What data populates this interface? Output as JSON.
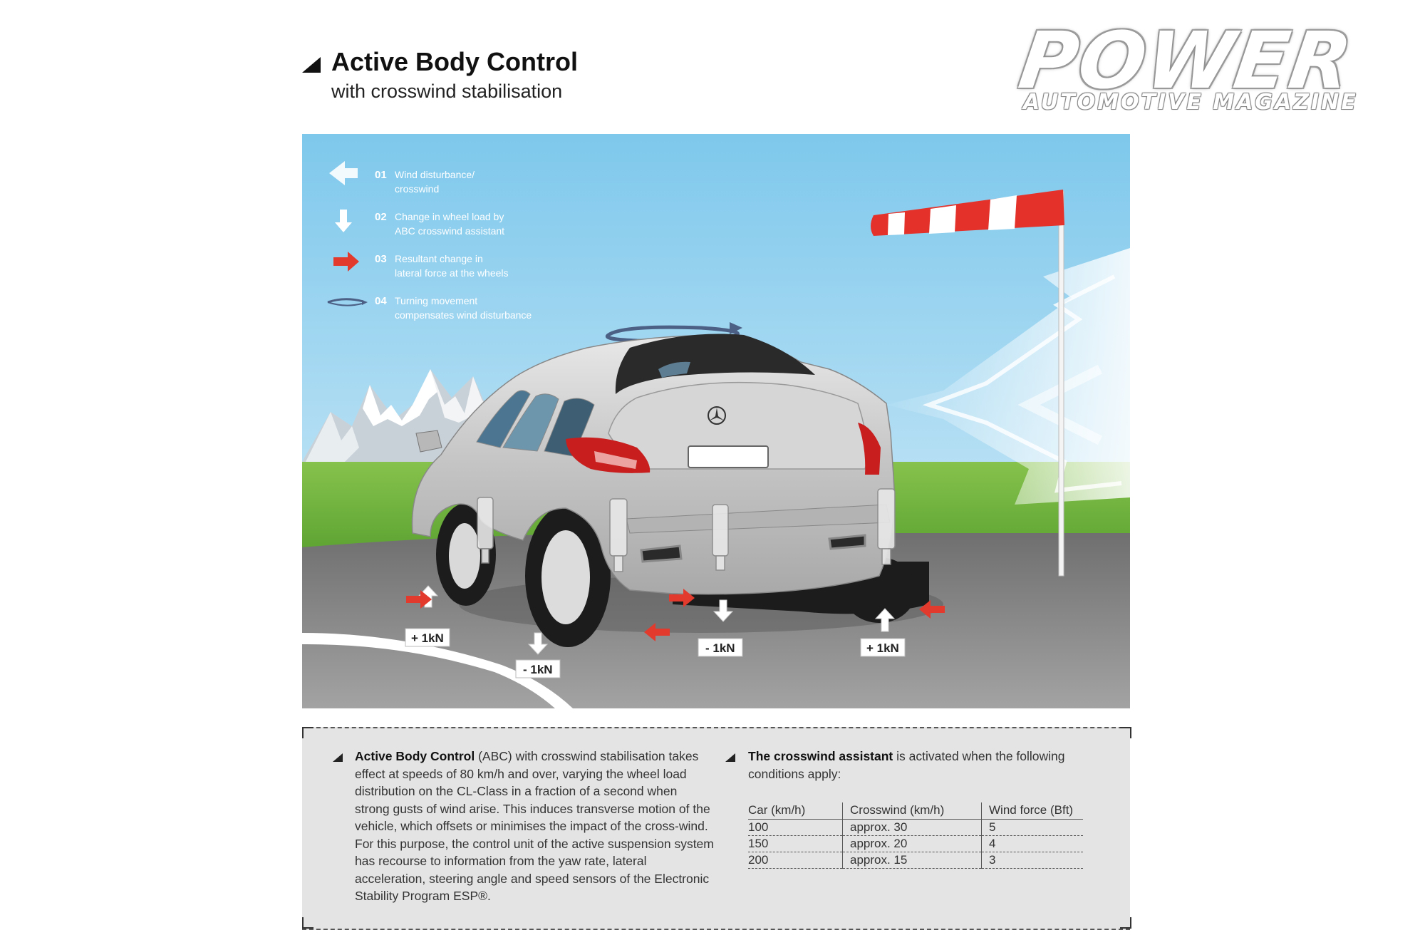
{
  "header": {
    "title": "Active Body Control",
    "subtitle": "with crosswind stabilisation"
  },
  "logo": {
    "main": "POWER",
    "sub": "AUTOMOTIVE MAGAZINE"
  },
  "legend": [
    {
      "num": "01",
      "line1": "Wind disturbance/",
      "line2": "crosswind",
      "icon": "wind-arrow-icon"
    },
    {
      "num": "02",
      "line1": "Change in wheel load by",
      "line2": "ABC crosswind assistant",
      "icon": "wheel-load-arrow-icon"
    },
    {
      "num": "03",
      "line1": "Resultant change in",
      "line2": "lateral force at the wheels",
      "icon": "lateral-force-arrow-icon"
    },
    {
      "num": "04",
      "line1": "Turning movement",
      "line2": "compensates wind disturbance",
      "icon": "turning-movement-icon"
    }
  ],
  "loads": {
    "rear_left": "+ 1kN",
    "front_right": "- 1kN",
    "rear_center": "- 1kN",
    "rear_right": "+ 1kN"
  },
  "info": {
    "para_bold": "Active Body Control",
    "para_text": " (ABC) with crosswind stabilisation takes effect at speeds of 80 km/h and over, varying the wheel load distribution on the CL-Class in a fraction of a second when strong gusts of wind arise. This induces transverse motion of the vehicle, which offsets or minimises the impact of the cross-wind. For this purpose, the control unit of the active suspension system has recourse to information from the yaw rate, lateral acceleration, steering angle and speed sensors of the Electronic Stability Program ESP®.",
    "assist_bold": "The crosswind assistant",
    "assist_text": " is activated when the following conditions apply:"
  },
  "table": {
    "headers": [
      "Car (km/h)",
      "Crosswind (km/h)",
      "Wind force (Bft)"
    ],
    "rows": [
      [
        "100",
        "approx. 30",
        "5"
      ],
      [
        "150",
        "approx. 20",
        "4"
      ],
      [
        "200",
        "approx. 15",
        "3"
      ]
    ]
  },
  "colors": {
    "sky_top": "#7ec8ec",
    "sky_bottom": "#d3ecf8",
    "grass": "#6db53d",
    "road": "#8a8a8a",
    "force_red": "#e23b2e",
    "turn_blue": "#4c5f85",
    "windsock_red": "#e4322b"
  }
}
